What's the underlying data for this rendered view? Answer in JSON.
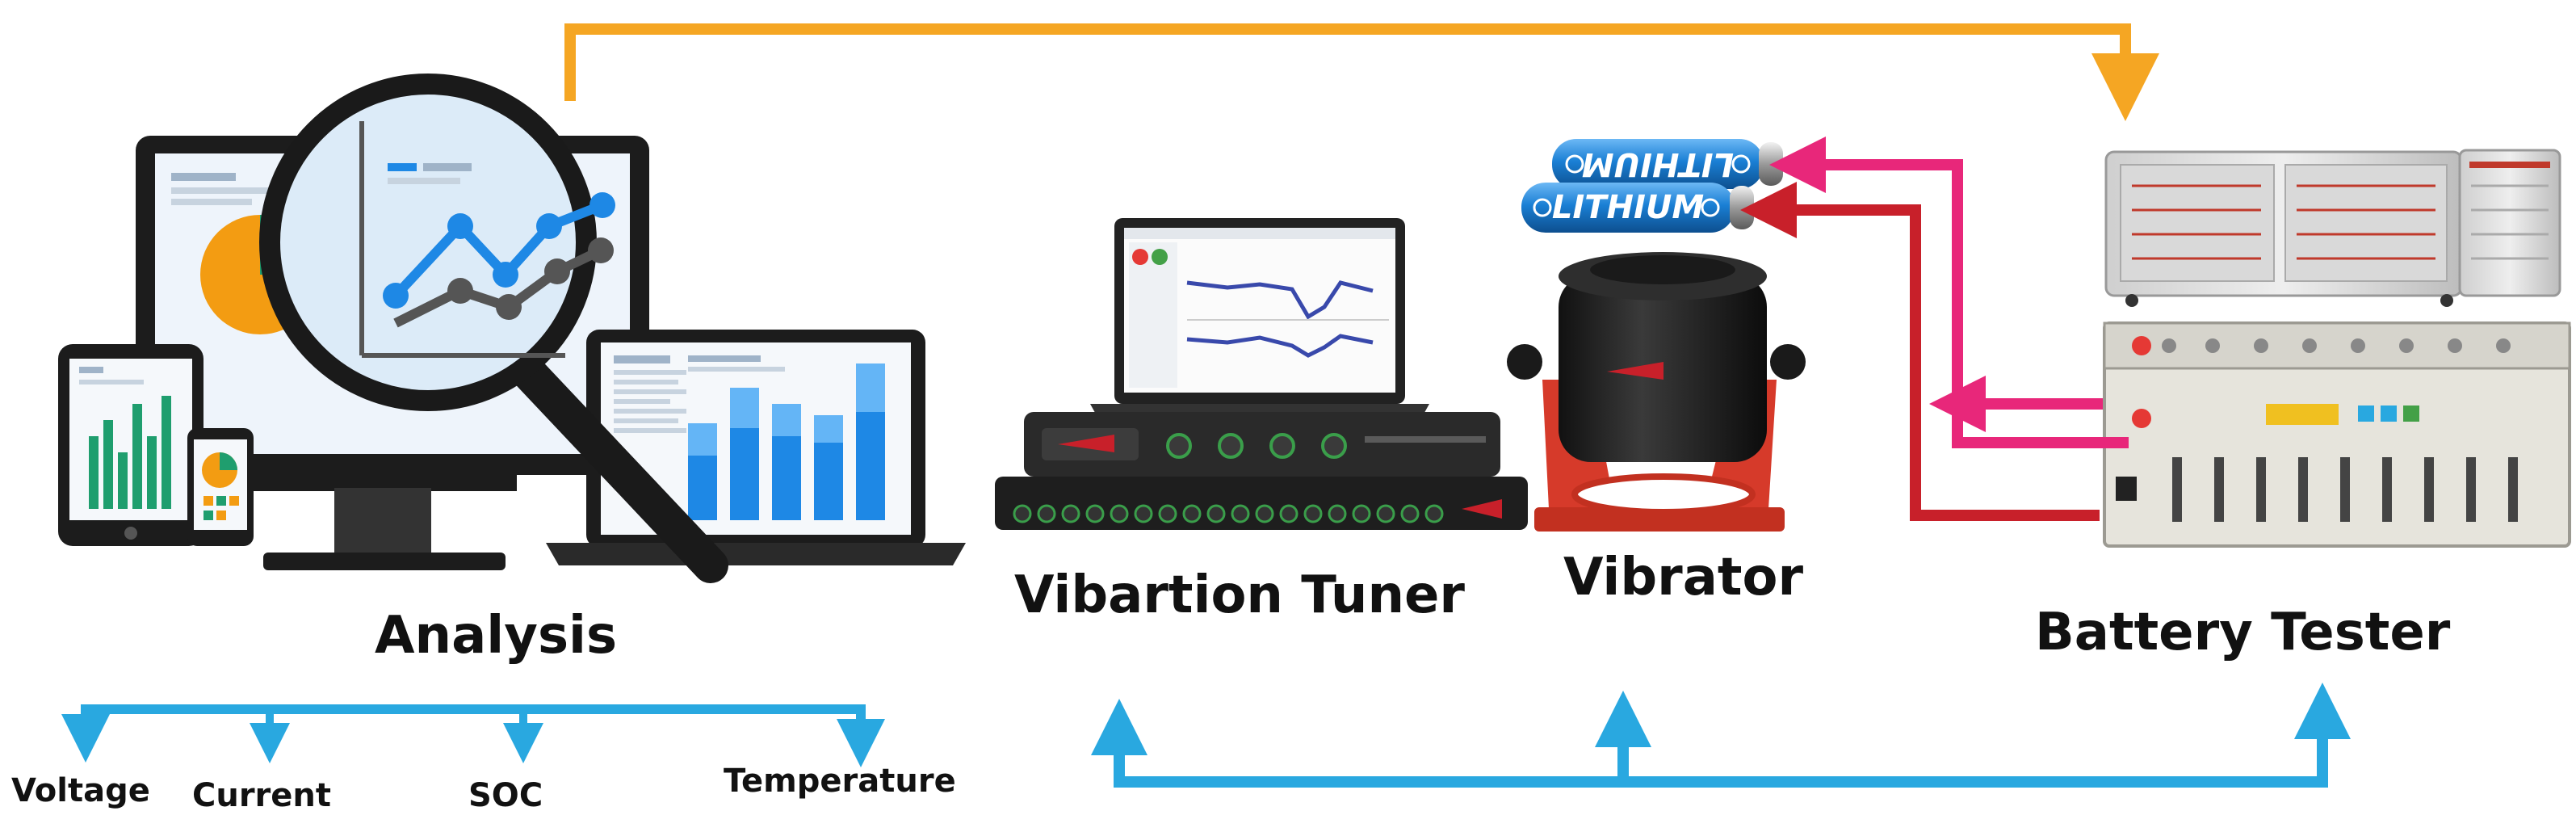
{
  "labels": {
    "analysis": "Analysis",
    "tuner": "Vibartion Tuner",
    "vibrator": "Vibrator",
    "battery_tester": "Battery Tester",
    "voltage": "Voltage",
    "current": "Current",
    "soc": "SOC",
    "temperature": "Temperature",
    "battery_brand": "LITHIUM",
    "battery_brand_flipped": "LITHIUM"
  },
  "colors": {
    "orange_arrow": "#f5a623",
    "blue_arrow": "#29a8e0",
    "pink_arrow": "#e8277a",
    "red_arrow": "#c8202a",
    "battery_blue": "#1a7fd4",
    "device_dark": "#2b2b2b",
    "chart_blue": "#1e88e5",
    "chart_teal": "#1f9e6e",
    "chart_orange": "#f39c12"
  },
  "icons": [
    "magnifier-icon",
    "battery-icon",
    "laptop-icon",
    "monitor-icon",
    "tablet-icon",
    "phone-icon"
  ]
}
